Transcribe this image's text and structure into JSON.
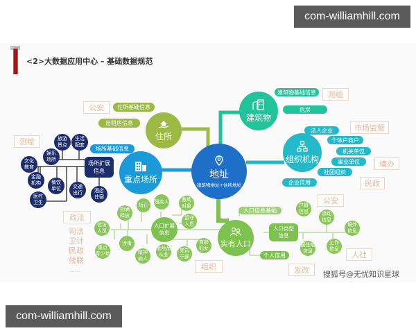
{
  "watermarks": {
    "top": "com-williamhill.com",
    "bottom": "com-williamhill.com"
  },
  "title": "<2>大数据应用中心 – 基础数据规范",
  "source_credit": "搜狐号@无忧知识星球",
  "colors": {
    "center_blue": "#1e6fc8",
    "residence_green": "#9cb944",
    "key_place_blue": "#1a9ad8",
    "building_teal": "#22c29a",
    "org_cyan": "#23b9c9",
    "population_green": "#7dc14e",
    "navy": "#1b2d6b",
    "tag_text": "#e2b9a0"
  },
  "center": {
    "label": "地址",
    "sublabel": "建筑物地址+住所地址",
    "icon": "location-pin-icon"
  },
  "hubs": {
    "residence": {
      "label": "住所",
      "icon": "house-hand-icon",
      "pills": [
        "住所基础信息",
        "出租房信息"
      ],
      "tag": "公安"
    },
    "key_place": {
      "label": "重点场所",
      "icon": "building-icon",
      "pills": [
        "场所基础信息"
      ],
      "tag": "测绘",
      "box": "场所扩展\n信息",
      "nodes": [
        "旅游\n景点",
        "生活\n配套",
        "娱乐\n场所",
        "文化\n教育",
        "金融\n机构",
        "餐饮\n单位",
        "交通\n出行",
        "酒店\n住宿",
        "医疗\n卫生"
      ]
    },
    "building": {
      "label": "建筑物",
      "icon": "buildings-icon",
      "pills": [
        "建筑物基础信息",
        "危房"
      ],
      "tag": "测绘"
    },
    "organization": {
      "label": "组织机构",
      "icon": "org-chart-icon",
      "pills": [
        "法人企业",
        "个体户商户",
        "机关单位",
        "事业单位",
        "社团组织",
        "企业信用"
      ],
      "tags": [
        "市场监管",
        "编办",
        "民政"
      ]
    },
    "population": {
      "label": "实有人口",
      "icon": "people-icon",
      "pills": [
        "人口信息基础",
        "个人信用"
      ],
      "ext_box": "人口扩展\n信息",
      "ext_nodes": [
        "刑满\n释放",
        "矫正",
        "残疾人",
        "救助\n对象",
        "留守\n人员",
        "信访\n人员",
        "涉毒",
        "重点\n青少年",
        "精神\n病人",
        "危险品\n从业",
        "党员\n干部",
        "育龄\n妇女"
      ],
      "type_box": "人口类型\n信息",
      "type_nodes": [
        "户籍\n信息",
        "流动\n信息",
        "境外\n信息",
        "居住地\n信息",
        "工作\n信息"
      ],
      "tags": [
        "政法",
        "组织",
        "发改",
        "公安",
        "人社"
      ],
      "vertical_tags": "司法\n卫计\n民政\n残联",
      "ellipsis": "……"
    }
  }
}
